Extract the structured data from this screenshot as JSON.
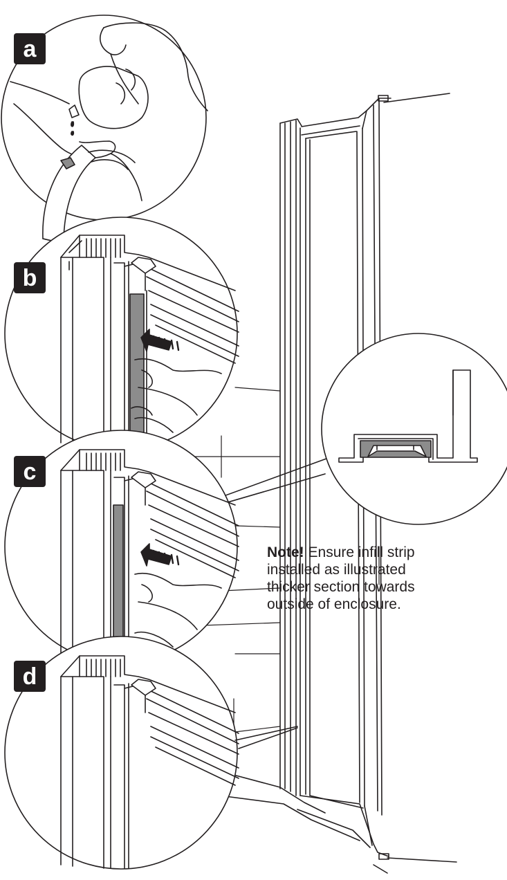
{
  "steps": [
    {
      "label": "a"
    },
    {
      "label": "b"
    },
    {
      "label": "c"
    },
    {
      "label": "d"
    }
  ],
  "note": {
    "bold": "Note!",
    "lines": [
      " Ensure infill strip",
      "installed as illustrated",
      "thicker section towards",
      "outside of enclosure."
    ]
  },
  "colors": {
    "line": "#231f20",
    "strip": "#8c8c8c",
    "badge": "#231f20"
  }
}
